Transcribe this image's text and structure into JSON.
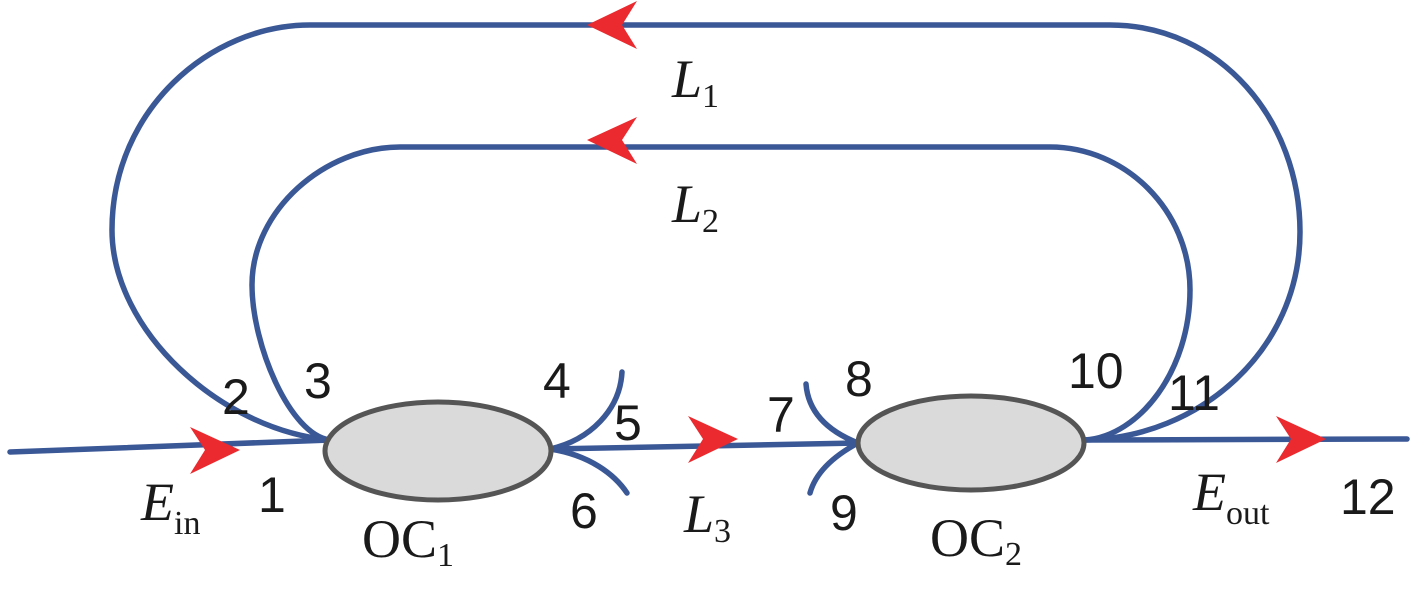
{
  "colors": {
    "fiber": "#3a5796",
    "arrow": "#ea2a2e",
    "coupler_fill": "#dadada",
    "coupler_stroke": "#555555",
    "text": "#1a1a1a"
  },
  "couplers": [
    {
      "name": "OC",
      "sub": "1"
    },
    {
      "name": "OC",
      "sub": "2"
    }
  ],
  "loops": [
    {
      "symbol": "L",
      "sub": "1"
    },
    {
      "symbol": "L",
      "sub": "2"
    },
    {
      "symbol": "L",
      "sub": "3"
    }
  ],
  "fields": {
    "input": {
      "symbol": "E",
      "sub": "in"
    },
    "output": {
      "symbol": "E",
      "sub": "out"
    }
  },
  "ports": [
    "1",
    "2",
    "3",
    "4",
    "5",
    "6",
    "7",
    "8",
    "9",
    "10",
    "11",
    "12"
  ]
}
